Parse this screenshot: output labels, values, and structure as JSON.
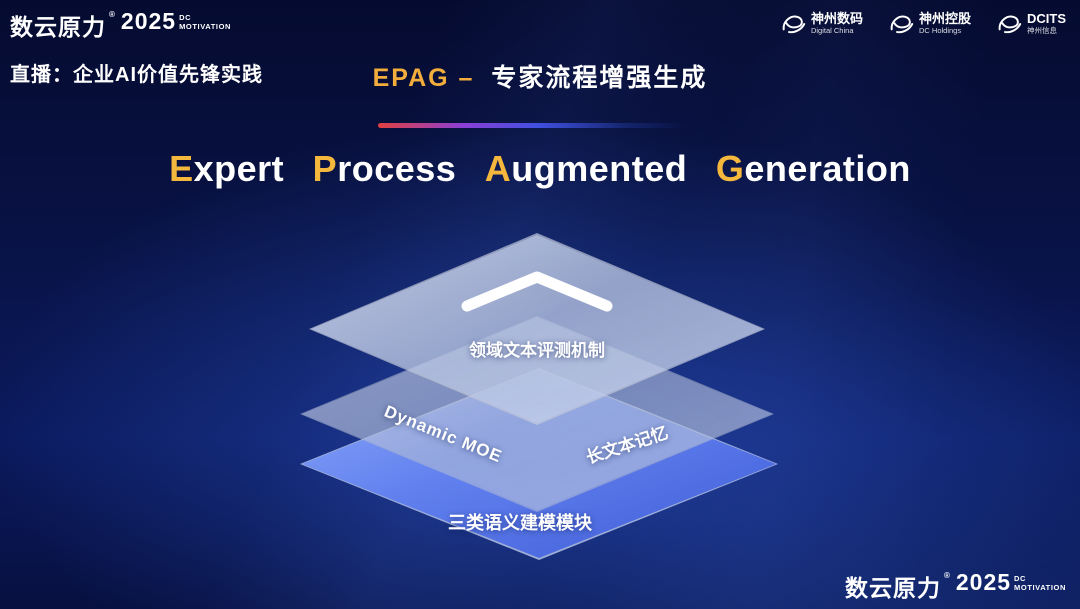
{
  "colors": {
    "gold": "#f2ad3c",
    "layer_blue": "#5c7df0",
    "background_navy": "#0a1550",
    "divider_red": "#e04040"
  },
  "header": {
    "brand": {
      "name": "数云原力",
      "reg": "®",
      "year": "2025",
      "tag_line1": "DC",
      "tag_line2": "MOTIVATION"
    },
    "live_caption": "直播：企业AI价值先锋实践",
    "title": {
      "en": "EPAG",
      "sep": "–",
      "zh": "专家流程增强生成"
    },
    "partners": [
      {
        "name": "神州数码",
        "sub": "Digital China"
      },
      {
        "name": "神州控股",
        "sub": "DC Holdings"
      },
      {
        "name": "DCITS",
        "sub": "神州信息"
      }
    ]
  },
  "main": {
    "title": {
      "words": [
        {
          "cap": "E",
          "rest": "xpert"
        },
        {
          "cap": "P",
          "rest": "rocess"
        },
        {
          "cap": "A",
          "rest": "ugmented"
        },
        {
          "cap": "G",
          "rest": "eneration"
        }
      ]
    },
    "diagram": {
      "top_layer_label": "领域文本评测机制",
      "middle_layer_left_label": "Dynamic MOE",
      "middle_layer_right_label": "长文本记忆",
      "bottom_layer_label": "三类语义建模模块"
    }
  },
  "footer": {
    "brand": {
      "name": "数云原力",
      "reg": "®",
      "year": "2025",
      "tag_line1": "DC",
      "tag_line2": "MOTIVATION"
    }
  }
}
